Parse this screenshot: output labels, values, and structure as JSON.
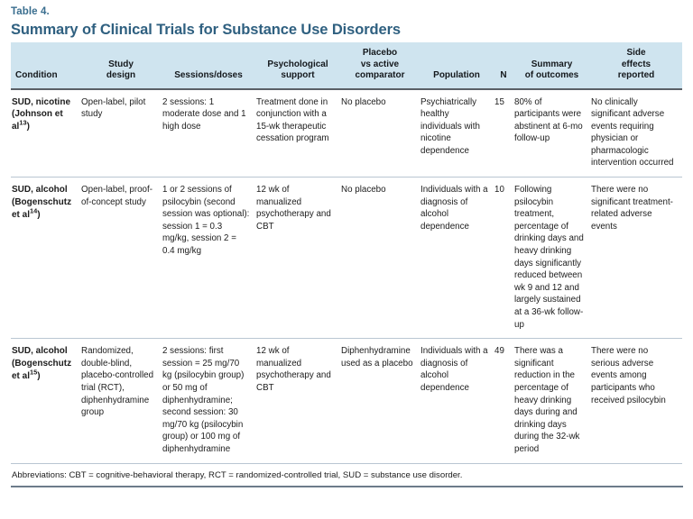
{
  "table": {
    "label": "Table 4.",
    "title": "Summary of Clinical Trials for Substance Use Disorders",
    "accent_color": "#2f6080",
    "header_band_color": "#cfe4ef",
    "columns": [
      "Condition",
      "Study\ndesign",
      "Sessions/doses",
      "Psychological\nsupport",
      "Placebo\nvs active\ncomparator",
      "Population",
      "N",
      "Summary\nof outcomes",
      "Side\neffects\nreported"
    ],
    "column_labels": {
      "condition": "Condition",
      "study_design_l1": "Study",
      "study_design_l2": "design",
      "sessions_doses": "Sessions/doses",
      "psych_support_l1": "Psychological",
      "psych_support_l2": "support",
      "placebo_l1": "Placebo",
      "placebo_l2": "vs active",
      "placebo_l3": "comparator",
      "population": "Population",
      "n": "N",
      "summary_l1": "Summary",
      "summary_l2": "of outcomes",
      "side_effects_l1": "Side",
      "side_effects_l2": "effects",
      "side_effects_l3": "reported"
    },
    "rows": [
      {
        "condition": "SUD, nicotine (Johnson et al",
        "condition_ref": "13",
        "condition_suffix": ")",
        "study_design": "Open-label, pilot study",
        "sessions_doses": "2 sessions: 1 moderate dose and 1 high dose",
        "psychological_support": "Treatment done in conjunction with a 15-wk therapeutic cessation program",
        "placebo_vs_active": "No placebo",
        "population": "Psychiatrically healthy individuals with nicotine dependence",
        "n": "15",
        "summary_of_outcomes": "80% of participants were abstinent at 6-mo follow-up",
        "side_effects": "No clinically significant adverse events requiring physician or pharmacologic intervention occurred"
      },
      {
        "condition": "SUD, alcohol (Bogenschutz et al",
        "condition_ref": "14",
        "condition_suffix": ")",
        "study_design": "Open-label, proof-of-concept study",
        "sessions_doses": "1 or 2 sessions of psilocybin (second session was optional): session 1 = 0.3 mg/kg, session 2 = 0.4 mg/kg",
        "psychological_support": "12 wk of manualized psychotherapy and CBT",
        "placebo_vs_active": "No placebo",
        "population": "Individuals with a diagnosis of alcohol dependence",
        "n": "10",
        "summary_of_outcomes": "Following psilocybin treatment, percentage of drinking days and heavy drinking days significantly reduced between wk 9 and 12 and largely sustained at a 36-wk follow-up",
        "side_effects": "There were no significant treatment-related adverse events"
      },
      {
        "condition": "SUD, alcohol (Bogenschutz et al",
        "condition_ref": "15",
        "condition_suffix": ")",
        "study_design": "Randomized, double-blind, placebo-controlled trial (RCT), diphenhydramine group",
        "sessions_doses": "2 sessions: first session = 25 mg/70 kg (psilocybin group) or 50 mg of diphenhydramine; second session: 30 mg/70 kg (psilocybin group) or 100 mg of diphenhydramine",
        "psychological_support": "12 wk of manualized psychotherapy and CBT",
        "placebo_vs_active": "Diphenhydramine used as a placebo",
        "population": "Individuals with a diagnosis of alcohol dependence",
        "n": "49",
        "summary_of_outcomes": "There was a significant reduction in the percentage of heavy drinking days during and drinking days during the 32-wk period",
        "side_effects": "There were no serious adverse events among participants who received psilocybin"
      }
    ],
    "footnote": "Abbreviations: CBT = cognitive-behavioral therapy, RCT = randomized-controlled trial, SUD = substance use disorder."
  }
}
